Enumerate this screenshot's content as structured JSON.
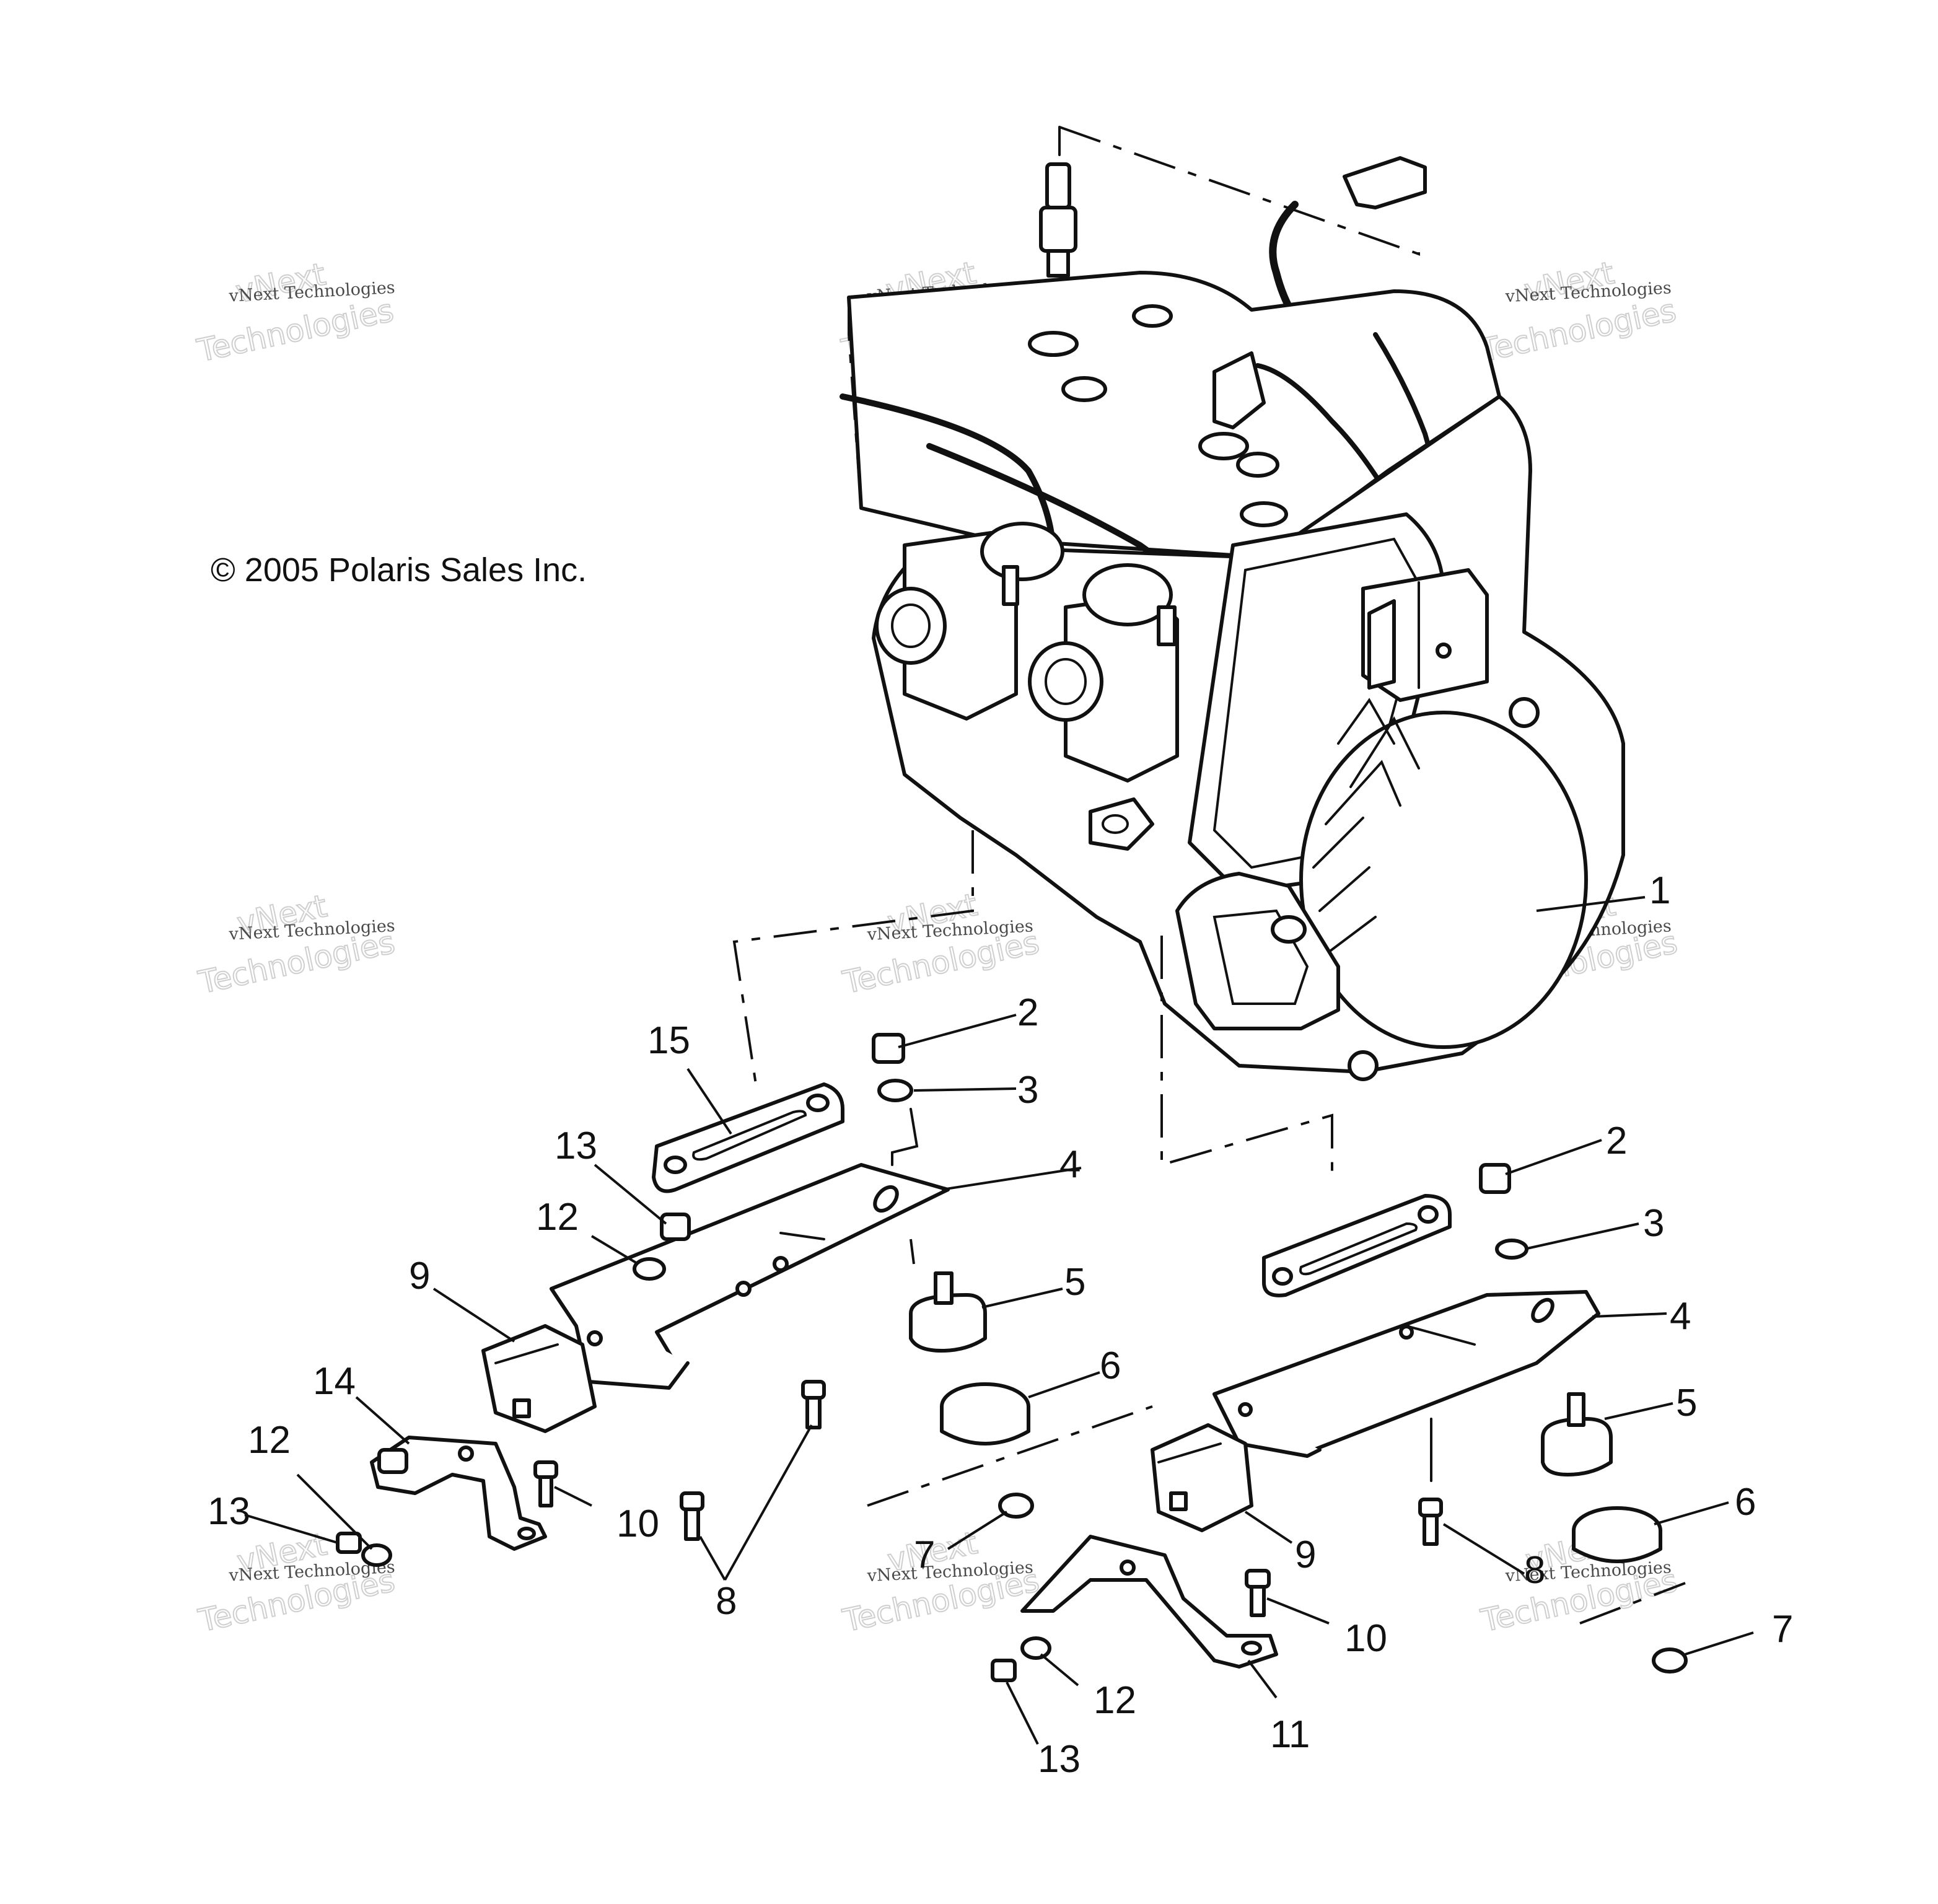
{
  "copyright": "© 2005 Polaris Sales Inc.",
  "watermark": {
    "big_top": "vNext",
    "big_bottom": "Technologies",
    "small": "vNext Technologies"
  },
  "callouts": [
    "1",
    "2",
    "3",
    "4",
    "5",
    "6",
    "7",
    "8",
    "9",
    "10",
    "11",
    "12",
    "13",
    "14",
    "15",
    "2",
    "3",
    "4",
    "5",
    "6",
    "7",
    "8",
    "9",
    "10",
    "12",
    "13",
    "12",
    "13"
  ]
}
